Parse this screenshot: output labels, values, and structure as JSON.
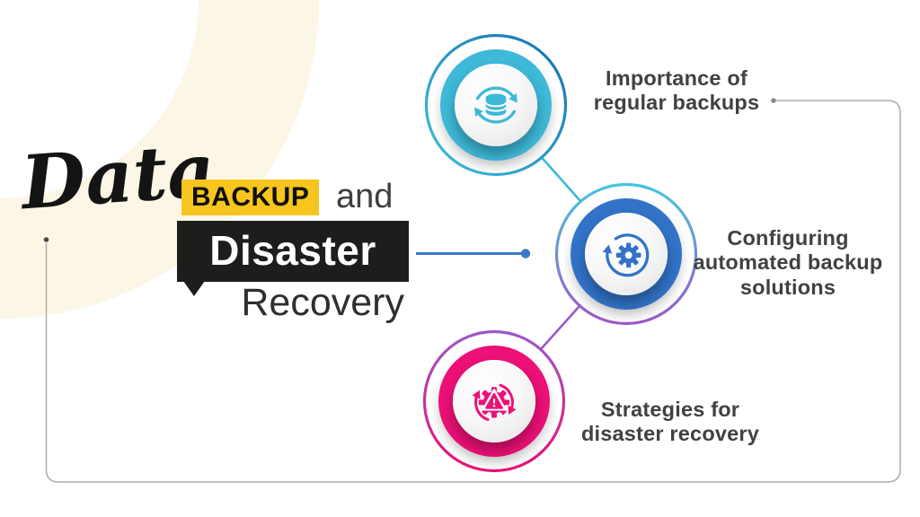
{
  "title": {
    "word_script": "Data",
    "word_highlight": "BACKUP",
    "word_and": "and",
    "word_box": "Disaster",
    "word_tail": "Recovery"
  },
  "nodes": [
    {
      "icon": "database-sync-icon",
      "label_lines": [
        "Importance of",
        "regular backups"
      ]
    },
    {
      "icon": "gear-sync-icon",
      "label_lines": [
        "Configuring",
        "automated backup",
        "solutions"
      ]
    },
    {
      "icon": "gear-alert-icon",
      "label_lines": [
        "Strategies for",
        "disaster recovery"
      ]
    }
  ],
  "colors": {
    "cyan": "#3EB9D8",
    "cyan-deep": "#1778B5",
    "cyan-light": "#45C5E2",
    "blue": "#3273C8",
    "purple": "#9B59C8",
    "pink": "#EC1077",
    "yellow": "#F7C51E",
    "cream": "#FCF6E7",
    "ink": "#1D1D1B",
    "text": "#414042",
    "frame": "#ADADAD",
    "line-blue": "#3B78C9"
  }
}
